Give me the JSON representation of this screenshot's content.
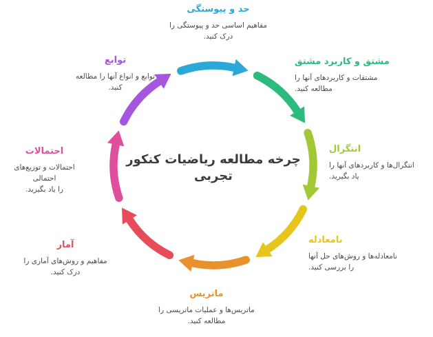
{
  "center": {
    "title": "چرخه مطالعه ریاضیات کنکور تجربی"
  },
  "sections": [
    {
      "id": "limits-continuity",
      "label": "حد و پیوستگی",
      "desc": "مفاهیم اساسی حد و پیوستگی را\nدرک کنید.",
      "color": "#2BA8D8"
    },
    {
      "id": "derivative",
      "label": "مشتق و کاربرد مشتق",
      "desc": "مشتقات و کاربردهای آنها را\nمطالعه کنید.",
      "color": "#2DBA7E"
    },
    {
      "id": "integral",
      "label": "انتگرال",
      "desc": "انتگرال‌ها و کاربردهای آنها را\nیاد بگیرید.",
      "color": "#A3C837"
    },
    {
      "id": "inequality",
      "label": "نامعادله",
      "desc": "نامعادله‌ها و روش‌های حل آنها\nرا بررسی کنید.",
      "color": "#E6C51C"
    },
    {
      "id": "matrix",
      "label": "ماتریس",
      "desc": "ماتریس‌ها و عملیات ماتریسی را\nمطالعه کنید.",
      "color": "#E8912D"
    },
    {
      "id": "statistics",
      "label": "آمار",
      "desc": "مفاهیم و روش‌های آماری را\nدرک کنید.",
      "color": "#E84C5B"
    },
    {
      "id": "probability",
      "label": "احتمالات",
      "desc": "احتمالات و توزیع‌های احتمالی\nرا یاد بگیرید.",
      "color": "#DE509C"
    },
    {
      "id": "functions",
      "label": "توابع",
      "desc": "توابع و انواع آنها را مطالعه\nکنید.",
      "color": "#A556DF"
    }
  ]
}
